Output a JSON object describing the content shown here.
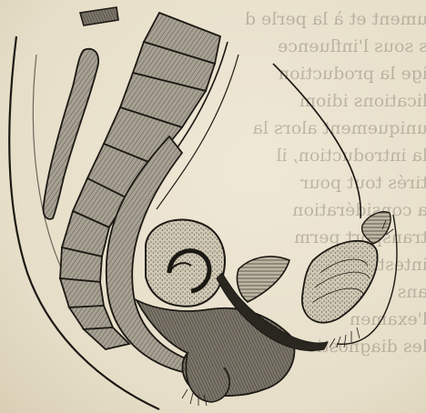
{
  "figure": {
    "type": "engraving",
    "subject": "sagittal-section"
  },
  "bleed_through_lines": [
    "ument et à la perle d",
    "s sous l'influence",
    "ige la production",
    "lications idiom",
    "uniquement alors la",
    "la introduction, il",
    "tirés tout pour",
    "a considération",
    "transport perm",
    "intestin",
    "ans",
    "l'examen",
    "les diagnostic"
  ],
  "colors": {
    "paper": "#e9e2cf",
    "ink": "#1c1914",
    "organ_fill": "#a7a193",
    "dark_fill": "#6f695e",
    "stipple_fill": "#c9c2ae"
  }
}
